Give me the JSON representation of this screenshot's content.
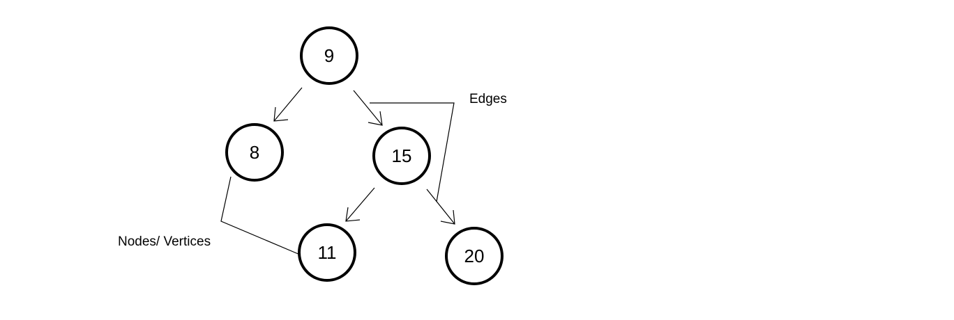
{
  "nodes": [
    {
      "id": "n9",
      "label": "9"
    },
    {
      "id": "n8",
      "label": "8"
    },
    {
      "id": "n15",
      "label": "15"
    },
    {
      "id": "n11",
      "label": "11"
    },
    {
      "id": "n20",
      "label": "20"
    }
  ],
  "edges": [
    {
      "from": "9",
      "to": "8"
    },
    {
      "from": "9",
      "to": "15"
    },
    {
      "from": "15",
      "to": "11"
    },
    {
      "from": "15",
      "to": "20"
    }
  ],
  "annotations": {
    "edges_label": "Edges",
    "nodes_label": "Nodes/ Vertices"
  }
}
